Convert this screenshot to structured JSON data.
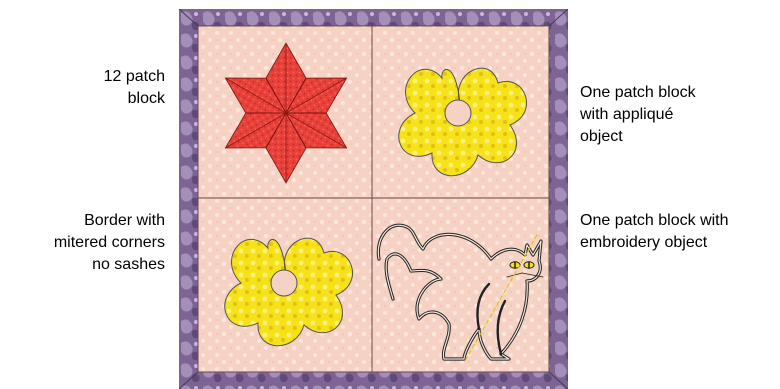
{
  "labels": {
    "twelve_patch": [
      "12 patch",
      "block"
    ],
    "border": [
      "Border with",
      "mitered corners",
      "no sashes"
    ],
    "applique": [
      "One patch block",
      "with appliqué",
      "object"
    ],
    "embroidery": [
      "One patch block with",
      "embroidery object"
    ]
  },
  "colors": {
    "border_purple": "#7d6494",
    "border_light": "#a48fb8",
    "block_bg": "#f6d2c4",
    "block_bg_dots": "#fbe6dc",
    "star_red": "#e8413a",
    "star_dark": "#c9271f",
    "flower_yellow": "#f6e21a",
    "flower_shade": "#e2c10a",
    "grid_line": "#6b4b4b"
  },
  "icons": {
    "star": "six-point-star-icon",
    "flower_top": "flower-applique-icon",
    "flower_bottom": "flower-applique-icon",
    "cat": "cat-embroidery-icon"
  }
}
